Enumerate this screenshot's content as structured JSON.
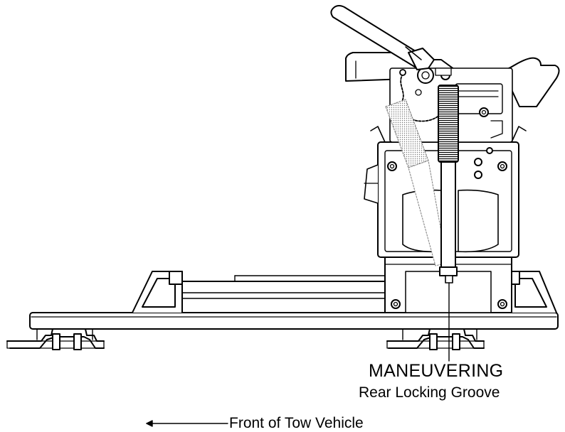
{
  "labels": {
    "mode": "MANEUVERING",
    "callout": "Rear Locking Groove",
    "direction": "Front of Tow Vehicle"
  },
  "colors": {
    "line": "#000000",
    "background": "#ffffff",
    "stipple": "#bbbbbb"
  },
  "icons": {
    "direction_arrow": "arrow-left-icon"
  }
}
